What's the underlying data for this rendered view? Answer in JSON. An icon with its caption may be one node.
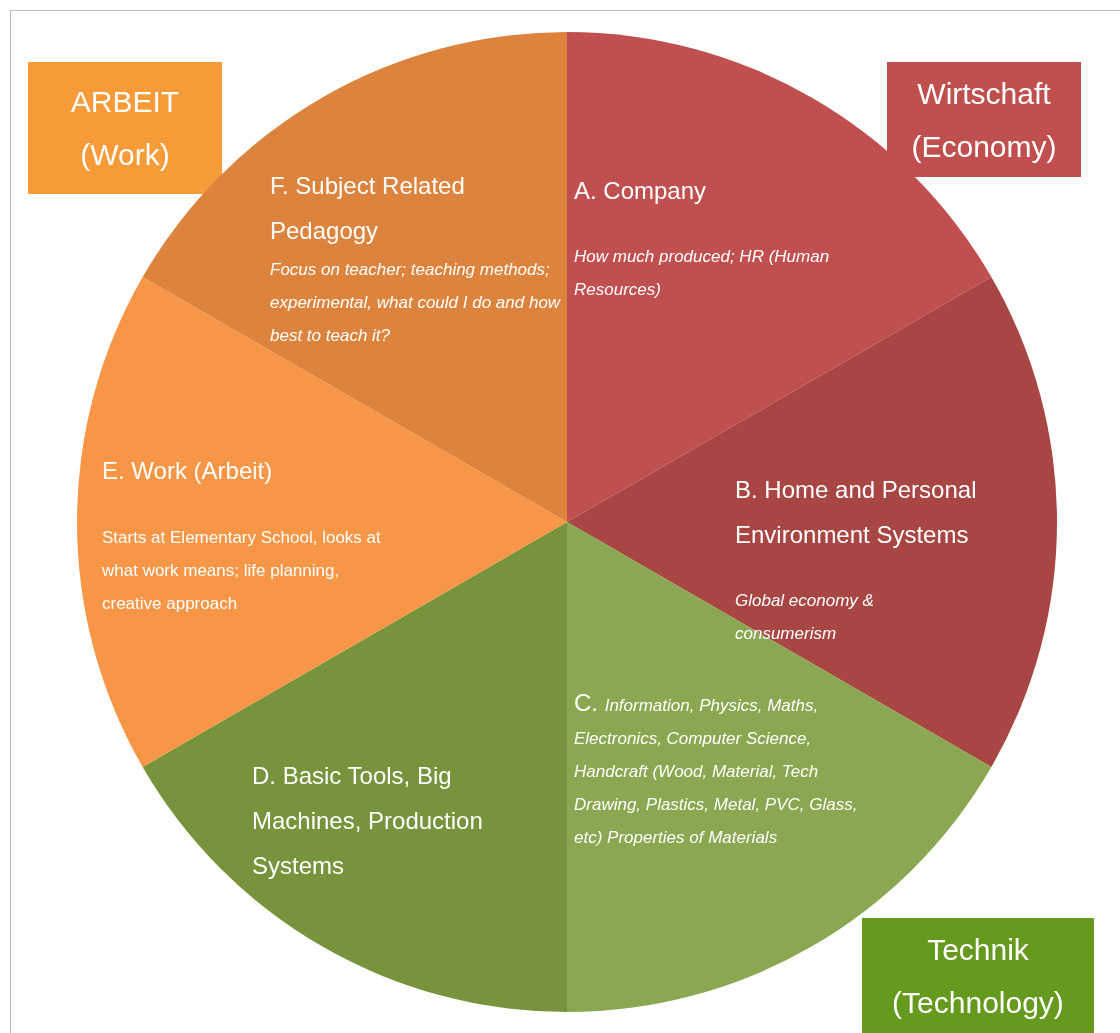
{
  "diagram": {
    "nodes": [
      {
        "text": [
          "ARBEIT (Work)"
        ]
      },
      {
        "text": [
          "Wirtschaft (Economy)"
        ]
      },
      {
        "text": [
          "A. Company",
          "How much produced; HR (Human Resources)"
        ]
      },
      {
        "text": [
          "B. Home and Personal Environment Systems",
          "Global economy & consumerism"
        ]
      },
      {
        "text": [
          "C. *Information, Physics, Maths, Electronics, Computer Science, Handcraft (Wood, Material, Tech Drawing, Plastics, Metal, PVC, Glass, etc) Properties of Materials*"
        ]
      },
      {
        "text": [
          "D. Basic Tools, Big Machines, Production Systems"
        ]
      },
      {
        "text": [
          "E. Work (Arbeit)",
          "Starts at Elementary School, looks at what work means; life planning, creative approach"
        ]
      },
      {
        "text": [
          "F. Subject Related Pedagogy",
          "Focus on teacher; teaching methods; experimental, what could I do and how best to teach it?"
        ]
      },
      {
        "text": [
          "Technik (Technology)"
        ]
      }
    ]
  }
}
